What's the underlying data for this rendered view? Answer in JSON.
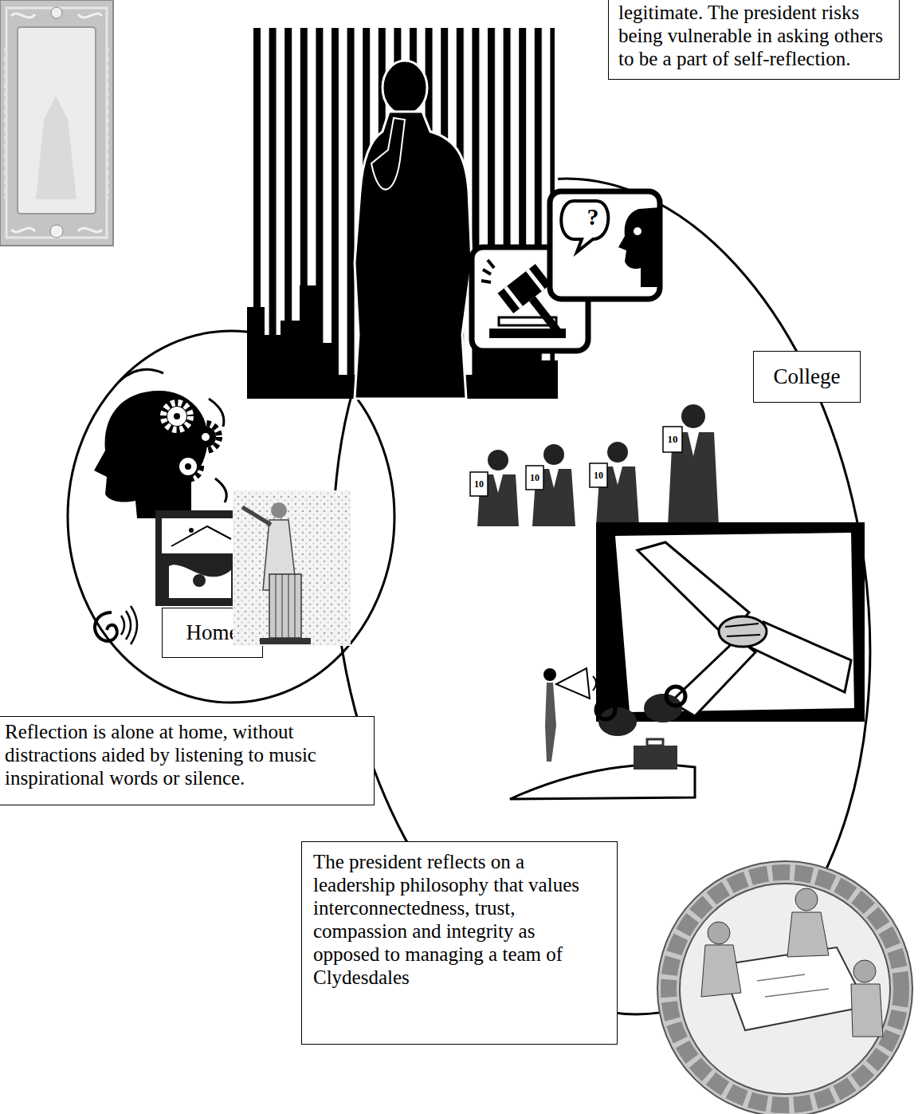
{
  "diagram": {
    "nodes": [
      {
        "text": [
          "legitimate. The president risks being vulnerable in asking others to be a part of self-reflection."
        ]
      },
      {
        "text": [
          "Home"
        ]
      },
      {
        "text": [
          "College"
        ]
      },
      {
        "text": [
          "Reflection is alone at home, without distractions aided by listening to music inspirational words or silence."
        ]
      },
      {
        "text": [
          "The president reflects on a leadership philosophy that values interconnectedness, trust, compassion and integrity as opposed to managing a team of Clydesdales"
        ]
      }
    ],
    "labels": [
      "?",
      "10",
      "10",
      "10",
      "10"
    ]
  }
}
